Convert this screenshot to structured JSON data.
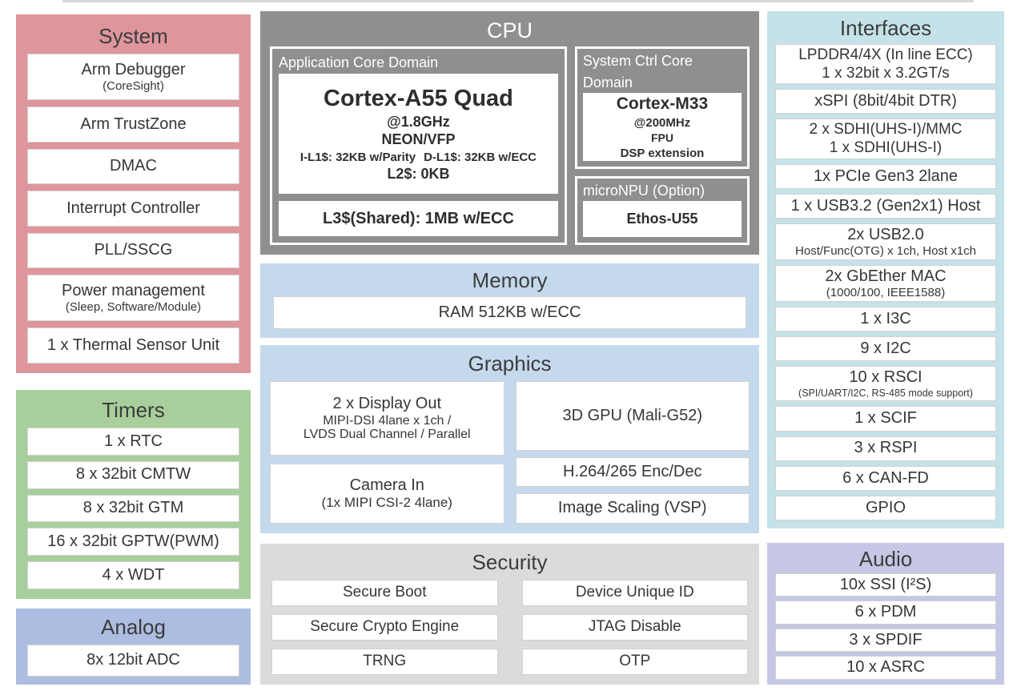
{
  "colors": {
    "system_panel": "#de959c",
    "timers_panel": "#a8cf9b",
    "analog_panel": "#adbce1",
    "cpu_panel": "#8f8f8f",
    "memory_graphics_panel": "#c5d9ed",
    "security_panel": "#dbdbdd",
    "interfaces_panel": "#c4e2e8",
    "audio_panel": "#c6c7e5",
    "text": "#3c3c3c"
  },
  "system": {
    "title": "System",
    "items": [
      {
        "l1": "Arm Debugger",
        "l2": "(CoreSight)"
      },
      {
        "l1": "Arm TrustZone"
      },
      {
        "l1": "DMAC"
      },
      {
        "l1": "Interrupt Controller"
      },
      {
        "l1": "PLL/SSCG"
      },
      {
        "l1": "Power management",
        "l2": "(Sleep, Software/Module)"
      },
      {
        "l1": "1 x Thermal Sensor Unit"
      }
    ]
  },
  "timers": {
    "title": "Timers",
    "items": [
      {
        "l1": "1 x RTC"
      },
      {
        "l1": "8 x 32bit CMTW"
      },
      {
        "l1": "8 x 32bit GTM"
      },
      {
        "l1": "16 x 32bit GPTW(PWM)"
      },
      {
        "l1": "4 x WDT"
      }
    ]
  },
  "analog": {
    "title": "Analog",
    "items": [
      {
        "l1": "8x 12bit ADC"
      }
    ]
  },
  "cpu": {
    "title": "CPU",
    "app_domain": {
      "title": "Application Core Domain",
      "core": "Cortex-A55 Quad",
      "clock": "@1.8GHz",
      "simd": "NEON/VFP",
      "cache_i": "I-L1$: 32KB w/Parity",
      "cache_d": "D-L1$: 32KB w/ECC",
      "l2": "L2$: 0KB",
      "l3": "L3$(Shared): 1MB w/ECC"
    },
    "ctrl_domain": {
      "title": "System Ctrl Core Domain",
      "core": "Cortex-M33",
      "clock": "@200MHz",
      "fpu": "FPU",
      "dsp": "DSP extension"
    },
    "npu": {
      "title": "microNPU (Option)",
      "core": "Ethos-U55"
    }
  },
  "memory": {
    "title": "Memory",
    "items": [
      {
        "l1": "RAM 512KB w/ECC"
      }
    ]
  },
  "graphics": {
    "title": "Graphics",
    "display_out": {
      "l1": "2 x Display Out",
      "l2": "MIPI-DSI 4lane x 1ch /",
      "l3": "LVDS Dual Channel / Parallel"
    },
    "camera": {
      "l1": "Camera In",
      "l2": "(1x MIPI CSI-2 4lane)"
    },
    "gpu": {
      "l1": "3D GPU (Mali-G52)"
    },
    "codec": {
      "l1": "H.264/265 Enc/Dec"
    },
    "scaling": {
      "l1": "Image Scaling (VSP)"
    }
  },
  "security": {
    "title": "Security",
    "items": [
      {
        "l1": "Secure Boot"
      },
      {
        "l1": "Device Unique ID"
      },
      {
        "l1": "Secure Crypto Engine"
      },
      {
        "l1": "JTAG Disable"
      },
      {
        "l1": "TRNG"
      },
      {
        "l1": "OTP"
      }
    ]
  },
  "interfaces": {
    "title": "Interfaces",
    "items": [
      {
        "l1": "LPDDR4/4X (In line ECC)",
        "l2": "1 x 32bit x 3.2GT/s"
      },
      {
        "l1": "xSPI (8bit/4bit DTR)"
      },
      {
        "l1": "2 x SDHI(UHS-I)/MMC",
        "l2": "1 x SDHI(UHS-I)"
      },
      {
        "l1": "1x PCIe Gen3 2lane"
      },
      {
        "l1": "1 x USB3.2 (Gen2x1) Host"
      },
      {
        "l1": "2x USB2.0",
        "l2": "Host/Func(OTG) x 1ch, Host x1ch"
      },
      {
        "l1": "2x GbEther MAC",
        "l2": "(1000/100, IEEE1588)"
      },
      {
        "l1": "1 x I3C"
      },
      {
        "l1": "9 x I2C"
      },
      {
        "l1": "10 x RSCI",
        "l2": "(SPI/UART/I2C, RS-485 mode support)"
      },
      {
        "l1": "1 x SCIF"
      },
      {
        "l1": "3 x RSPI"
      },
      {
        "l1": "6 x CAN-FD"
      },
      {
        "l1": "GPIO"
      }
    ]
  },
  "audio": {
    "title": "Audio",
    "items": [
      {
        "l1": "10x SSI (I²S)"
      },
      {
        "l1": "6 x PDM"
      },
      {
        "l1": "3 x SPDIF"
      },
      {
        "l1": "10 x ASRC"
      }
    ]
  }
}
